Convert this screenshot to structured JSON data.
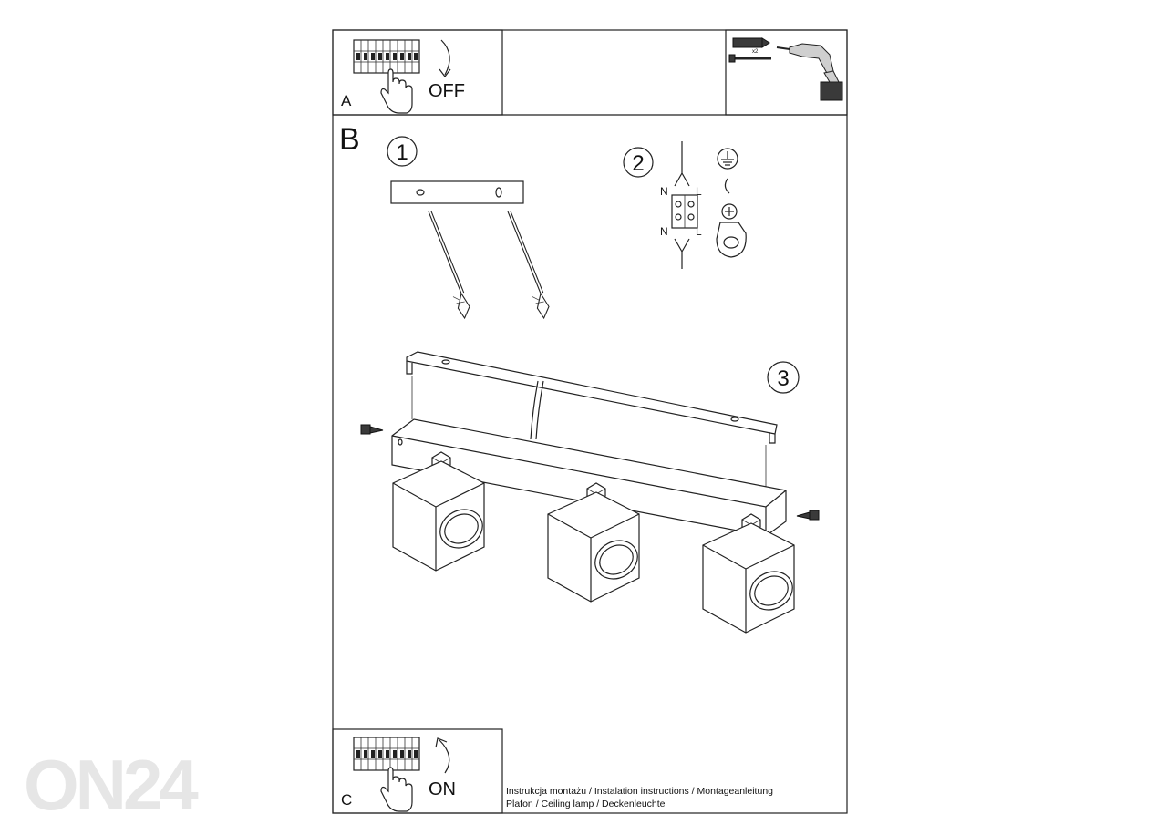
{
  "panel_a": {
    "letter": "A",
    "action": "OFF"
  },
  "panel_b": {
    "letter": "B",
    "steps": [
      "1",
      "2",
      "3"
    ],
    "wiring": {
      "neutral": "N",
      "live": "L"
    }
  },
  "panel_c": {
    "letter": "C",
    "action": "ON"
  },
  "tools": {
    "quantity": "x2"
  },
  "footer": {
    "line1": "Instrukcja montażu / Instalation instructions / Montageanleitung",
    "line2": "Plafon / Ceiling lamp / Deckenleuchte"
  },
  "watermark": {
    "text": "ON24"
  }
}
